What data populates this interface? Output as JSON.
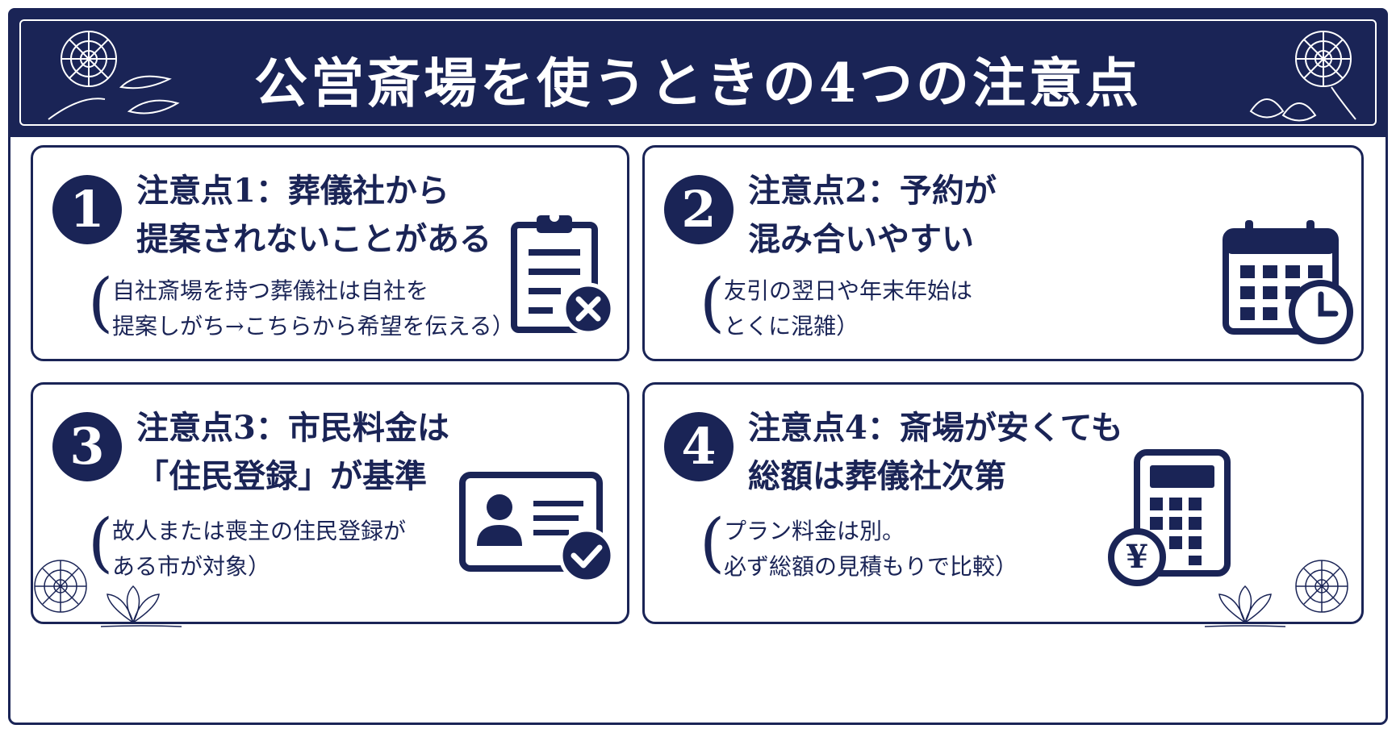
{
  "title": "公営斎場を使うときの4つの注意点",
  "cards": [
    {
      "number": "1",
      "heading_line1": "注意点1：葬儀社から",
      "heading_line2": "提案されないことがある",
      "note_line1": "自社斎場を持つ葬儀社は自社を",
      "note_line2": "提案しがち→こちらから希望を伝える）",
      "icon": "clipboard-x-icon"
    },
    {
      "number": "2",
      "heading_line1": "注意点2：予約が",
      "heading_line2": "混み合いやすい",
      "note_line1": "友引の翌日や年末年始は",
      "note_line2": "とくに混雑）",
      "icon": "calendar-clock-icon"
    },
    {
      "number": "3",
      "heading_line1": "注意点3：市民料金は",
      "heading_line2": "「住民登録」が基準",
      "note_line1": "故人または喪主の住民登録が",
      "note_line2": "ある市が対象）",
      "icon": "id-card-check-icon"
    },
    {
      "number": "4",
      "heading_line1": "注意点4：斎場が安くても",
      "heading_line2": "総額は葬儀社次第",
      "note_line1": "プラン料金は別。",
      "note_line2": "必ず総額の見積もりで比較）",
      "icon": "calculator-yen-icon",
      "yen_symbol": "¥"
    }
  ],
  "colors": {
    "navy": "#1a2456",
    "white": "#ffffff"
  }
}
